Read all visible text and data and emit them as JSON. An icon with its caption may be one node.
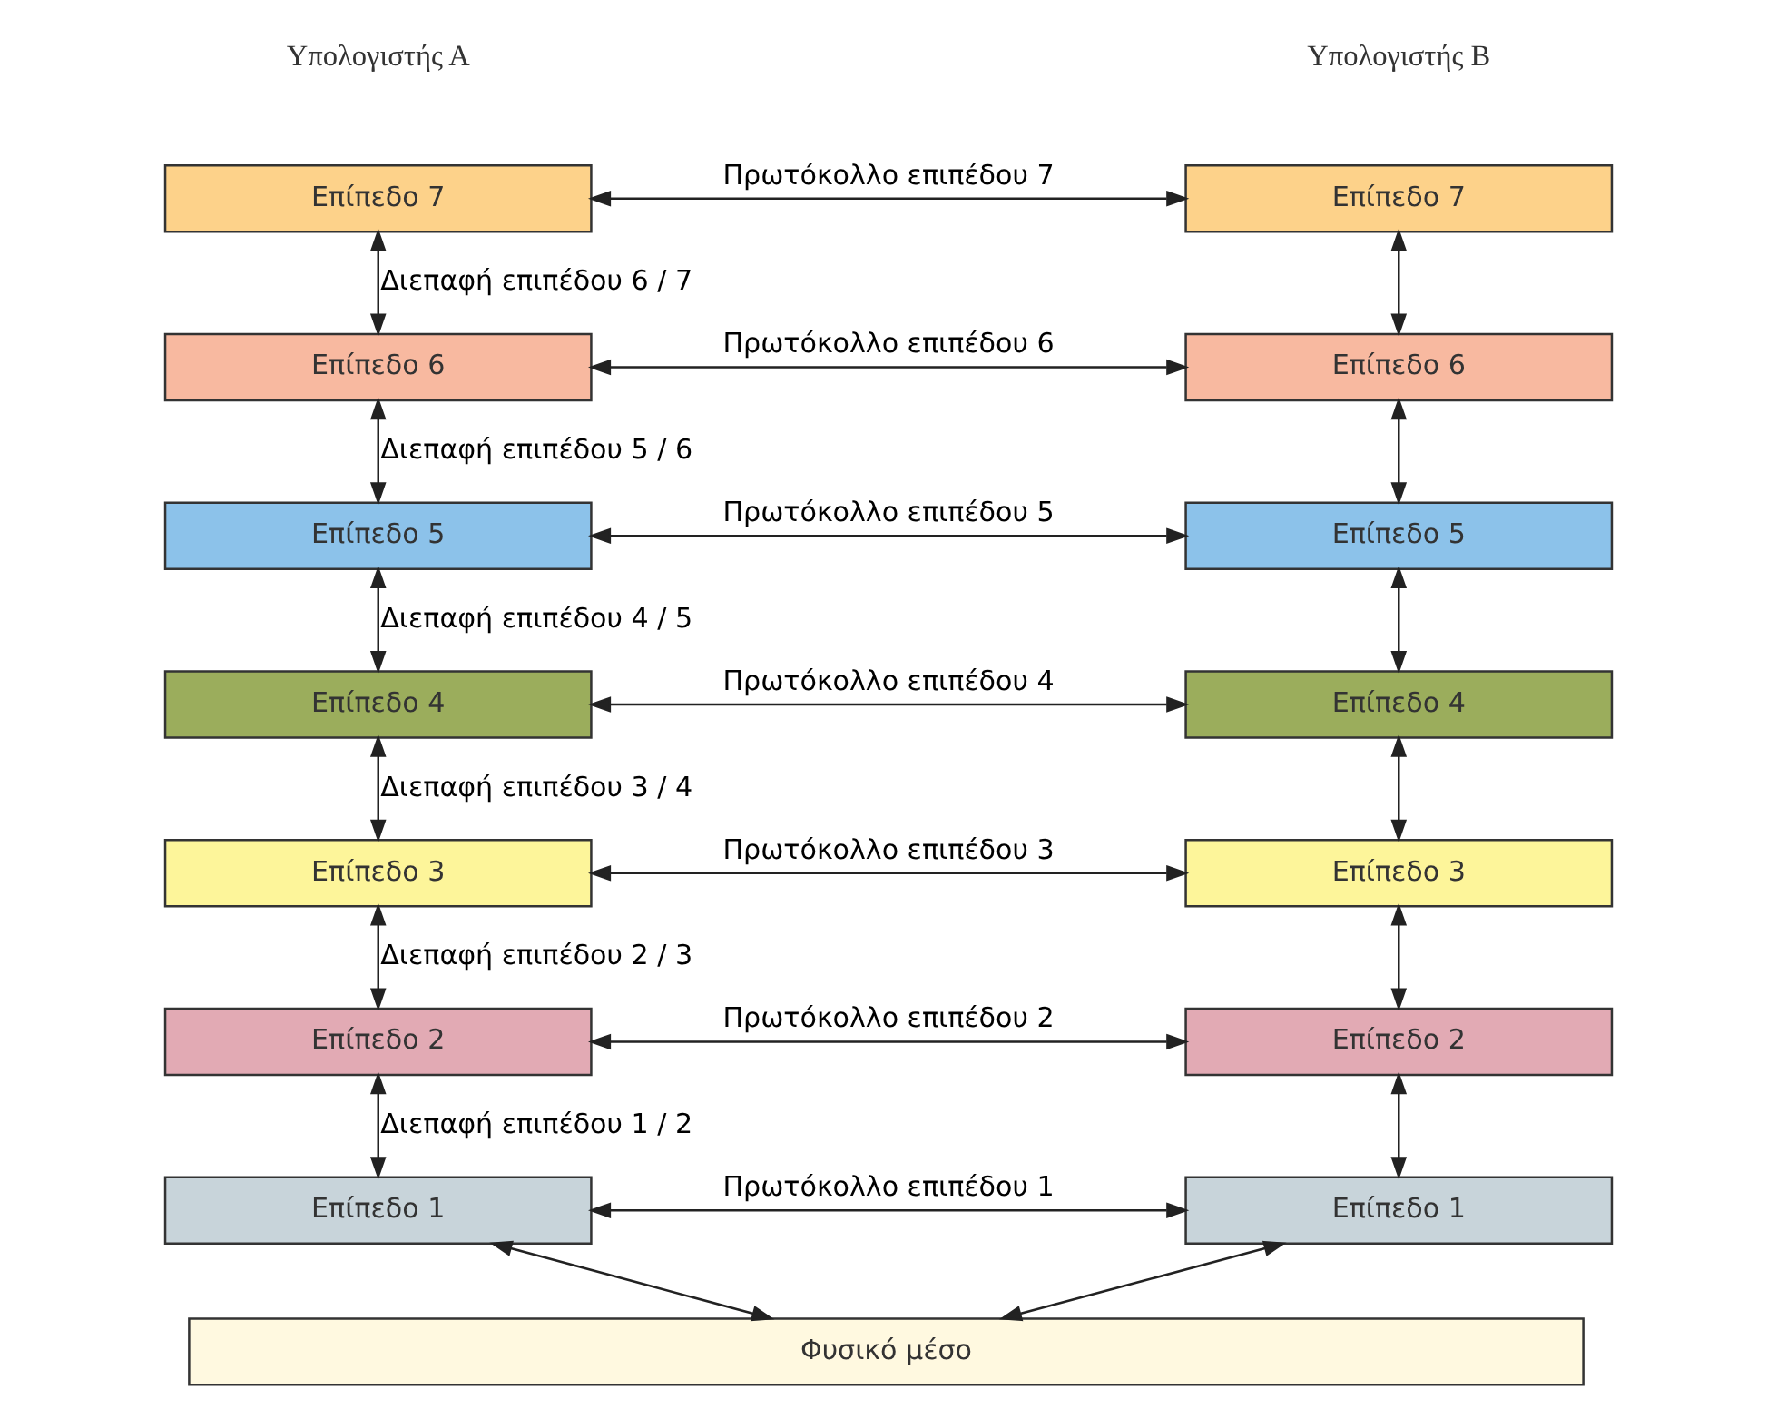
{
  "diagram": {
    "nodes": [
      {
        "text": [
          "Επίπεδο 7"
        ]
      },
      {
        "text": [
          "Επίπεδο 6"
        ]
      },
      {
        "text": [
          "Επίπεδο 5"
        ]
      },
      {
        "text": [
          "Επίπεδο 4"
        ]
      },
      {
        "text": [
          "Επίπεδο 3"
        ]
      },
      {
        "text": [
          "Επίπεδο 2"
        ]
      },
      {
        "text": [
          "Επίπεδο 1"
        ]
      },
      {
        "text": [
          "Επίπεδο 7"
        ]
      },
      {
        "text": [
          "Επίπεδο 6"
        ]
      },
      {
        "text": [
          "Επίπεδο 5"
        ]
      },
      {
        "text": [
          "Επίπεδο 4"
        ]
      },
      {
        "text": [
          "Επίπεδο 3"
        ]
      },
      {
        "text": [
          "Επίπεδο 2"
        ]
      },
      {
        "text": [
          "Επίπεδο 1"
        ]
      },
      {
        "text": [
          "Φυσικό μέσο"
        ]
      }
    ],
    "edges": [
      {
        "from": 0,
        "to": 7,
        "arrow": "both",
        "label": "Πρωτόκολλο επιπέδου 7"
      },
      {
        "from": 1,
        "to": 8,
        "arrow": "both",
        "label": "Πρωτόκολλο επιπέδου 6"
      },
      {
        "from": 2,
        "to": 9,
        "arrow": "both",
        "label": "Πρωτόκολλο επιπέδου 5"
      },
      {
        "from": 3,
        "to": 10,
        "arrow": "both",
        "label": "Πρωτόκολλο επιπέδου 4"
      },
      {
        "from": 4,
        "to": 11,
        "arrow": "both",
        "label": "Πρωτόκολλο επιπέδου 3"
      },
      {
        "from": 5,
        "to": 12,
        "arrow": "both",
        "label": "Πρωτόκολλο επιπέδου 2"
      },
      {
        "from": 6,
        "to": 13,
        "arrow": "both",
        "label": "Πρωτόκολλο επιπέδου 1"
      },
      {
        "from": 0,
        "to": 1,
        "arrow": "both",
        "label": "Διεπαφή επιπέδου 6 / 7"
      },
      {
        "from": 1,
        "to": 2,
        "arrow": "both",
        "label": "Διεπαφή επιπέδου 5 / 6"
      },
      {
        "from": 2,
        "to": 3,
        "arrow": "both",
        "label": "Διεπαφή επιπέδου 4 / 5"
      },
      {
        "from": 3,
        "to": 4,
        "arrow": "both",
        "label": "Διεπαφή επιπέδου 3 / 4"
      },
      {
        "from": 4,
        "to": 5,
        "arrow": "both",
        "label": "Διεπαφή επιπέδου 2 / 3"
      },
      {
        "from": 5,
        "to": 6,
        "arrow": "both",
        "label": "Διεπαφή επιπέδου 1 / 2"
      },
      {
        "from": 7,
        "to": 8,
        "arrow": "both"
      },
      {
        "from": 8,
        "to": 9,
        "arrow": "both"
      },
      {
        "from": 9,
        "to": 10,
        "arrow": "both"
      },
      {
        "from": 10,
        "to": 11,
        "arrow": "both"
      },
      {
        "from": 11,
        "to": 12,
        "arrow": "both"
      },
      {
        "from": 12,
        "to": 13,
        "arrow": "both"
      },
      {
        "from": 6,
        "to": 14,
        "arrow": "both"
      },
      {
        "from": 13,
        "to": 14,
        "arrow": "both"
      }
    ],
    "labels": [
      "Υπολογιστής Α",
      "Υπολογιστής Β"
    ]
  }
}
